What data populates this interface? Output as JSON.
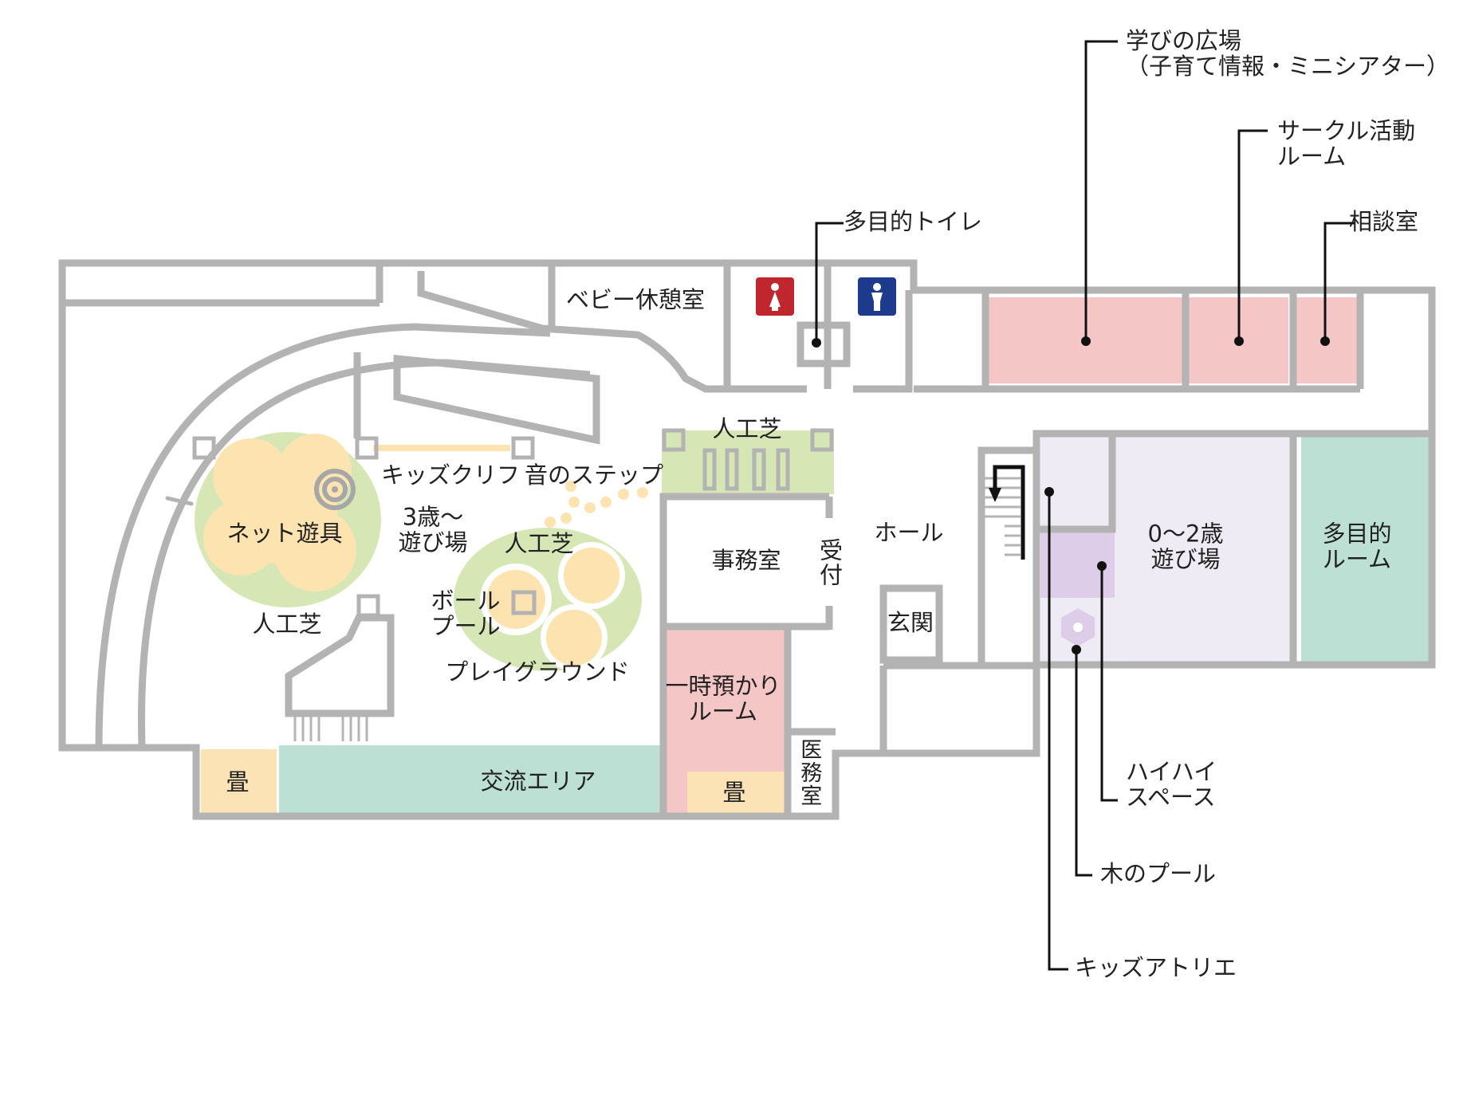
{
  "colors": {
    "wall": "#b3b3b3",
    "pink": "#f5c6c6",
    "mint": "#bde0d5",
    "tatami": "#fbe3b5",
    "green": "#d6e7b5",
    "sand": "#fde3b0",
    "lavender": "#efebf4",
    "purple": "#ddcde8",
    "womens_restroom": "#c0262d",
    "mens_restroom": "#1d3a8c"
  },
  "icons": [
    "womens-restroom-icon",
    "mens-restroom-icon"
  ],
  "rooms": {
    "baby_rest": "ベビー休憩室",
    "net_play": "ネット遊具",
    "kids_cliff": "キッズクリフ",
    "sound_steps": "音のステップ",
    "age3_play": "3歳～\n遊び場",
    "turf_1": "人工芝",
    "turf_2": "人工芝",
    "turf_3": "人工芝",
    "ball_pool": "ボール\nプール",
    "playground": "プレイグラウンド",
    "office": "事務室",
    "reception": "受付",
    "hall": "ホール",
    "entrance": "玄関",
    "temp_care": "一時預かり\nルーム",
    "tatami_1": "畳",
    "tatami_2": "畳",
    "medical": "医務室",
    "exchange": "交流エリア",
    "age02_play": "0～2歳\n遊び場",
    "multipurpose_room": "多目的\nルーム"
  },
  "callouts": {
    "learning": "学びの広場\n（子育て情報・ミニシアター）",
    "circle": "サークル活動\nルーム",
    "consult": "相談室",
    "toilet": "多目的トイレ",
    "crawl": "ハイハイ\nスペース",
    "wood_pool": "木のプール",
    "atelier": "キッズアトリエ"
  }
}
